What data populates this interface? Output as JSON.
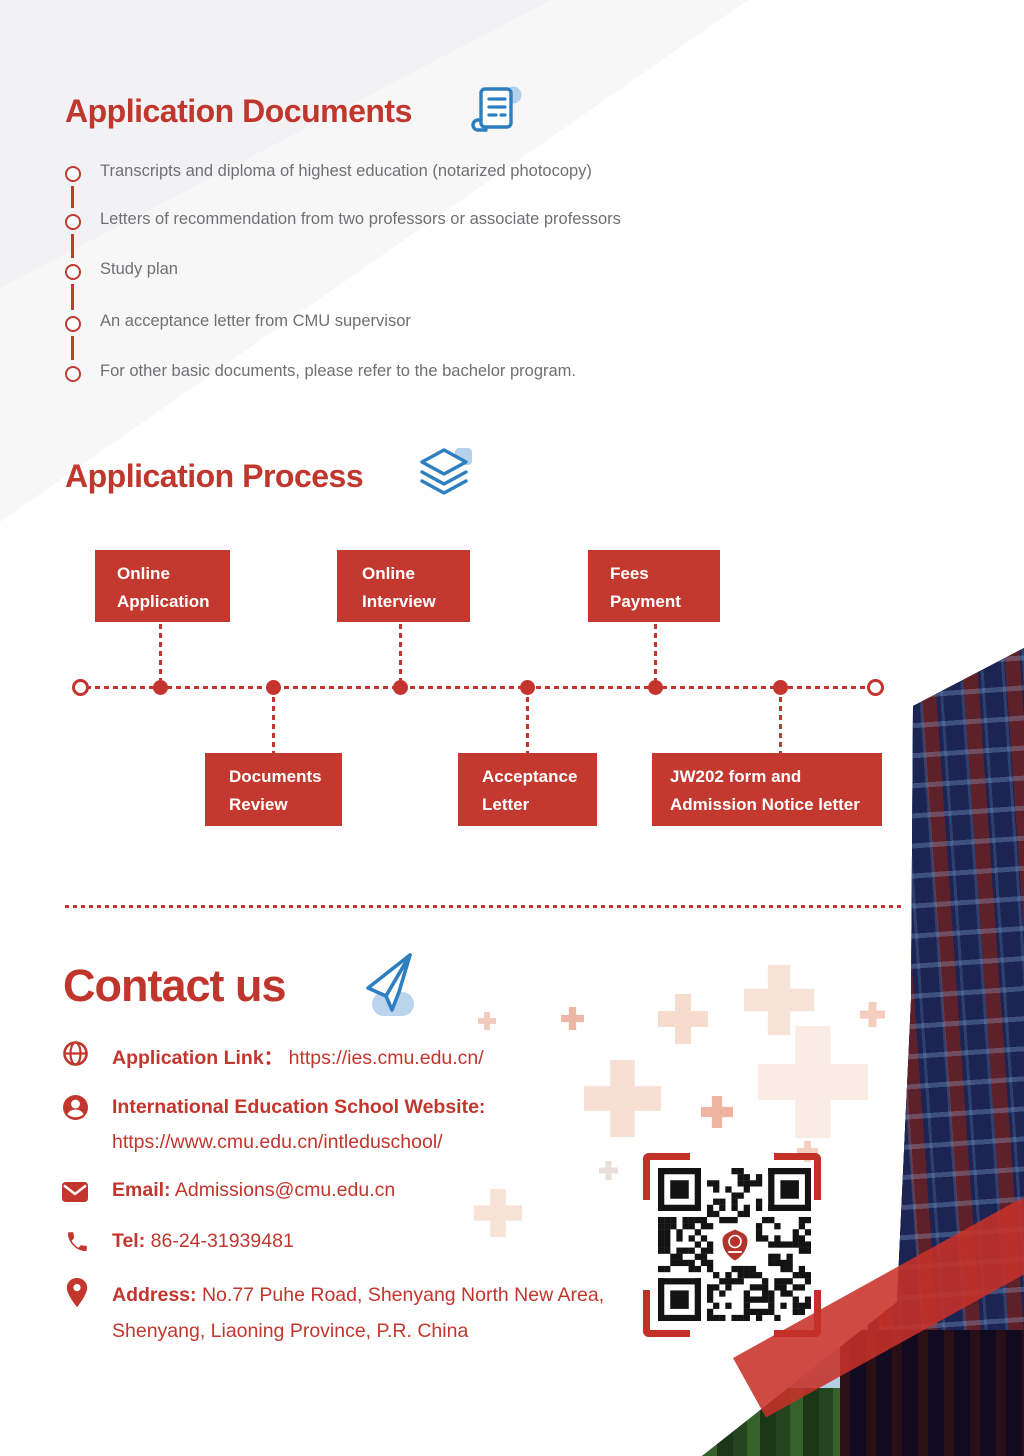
{
  "colors": {
    "accent_red": "#c0372e",
    "box_red": "#c4392f",
    "icon_blue": "#2e7fc0",
    "icon_lightblue": "#a9c9e8",
    "plus_peach": "#f6dccd",
    "text_gray": "#6f7073"
  },
  "sections": {
    "documents": {
      "title": "Application Documents",
      "icon": "document-icon",
      "items": [
        "Transcripts and diploma of highest education (notarized photocopy)",
        "Letters of recommendation from two professors or associate professors",
        "Study plan",
        "An acceptance letter from CMU supervisor",
        "For other basic documents, please refer to the bachelor program."
      ]
    },
    "process": {
      "title": "Application Process",
      "icon": "layers-icon",
      "steps_top": [
        {
          "line1": "Online",
          "line2": "Application"
        },
        {
          "line1": "Online",
          "line2": "Interview"
        },
        {
          "line1": "Fees",
          "line2": "Payment"
        }
      ],
      "steps_bottom": [
        {
          "line1": "Documents",
          "line2": "Review"
        },
        {
          "line1": "Acceptance",
          "line2": "Letter"
        },
        {
          "line1": "JW202 form and",
          "line2": "Admission Notice letter"
        }
      ]
    },
    "contact": {
      "title": "Contact us",
      "icon": "paper-plane-icon",
      "rows": [
        {
          "icon": "globe-icon",
          "label": "Application Link：",
          "value": "https://ies.cmu.edu.cn/"
        },
        {
          "icon": "person-icon",
          "label": "International Education School Website:",
          "value": "https://www.cmu.edu.cn/intleduschool/"
        },
        {
          "icon": "email-icon",
          "label": "Email:",
          "value": "Admissions@cmu.edu.cn"
        },
        {
          "icon": "phone-icon",
          "label": "Tel:",
          "value": "86-24-31939481"
        },
        {
          "icon": "location-icon",
          "label": "Address:",
          "value": "No.77 Puhe Road, Shenyang North New Area, Shenyang, Liaoning Province, P.R. China"
        }
      ]
    },
    "qr": {
      "name": "wechat-qr-code"
    }
  }
}
